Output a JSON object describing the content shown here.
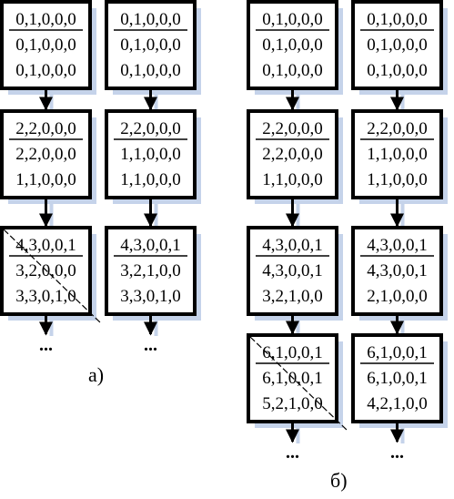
{
  "captions": {
    "a": "а)",
    "b": "б)"
  },
  "ellipsis": "...",
  "colors": {
    "stroke": "#000000",
    "shadow": "#c5d3ea",
    "background": "#ffffff"
  },
  "groups": [
    {
      "id": "a",
      "columns": [
        {
          "boxes": [
            {
              "rows": [
                "0,1,0,0,0",
                "0,1,0,0,0",
                "0,1,0,0,0"
              ],
              "crossed": false
            },
            {
              "rows": [
                "2,2,0,0,0",
                "2,2,0,0,0",
                "1,1,0,0,0"
              ],
              "crossed": false
            },
            {
              "rows": [
                "4,3,0,0,1",
                "3,2,0,0,0",
                "3,3,0,1,0"
              ],
              "crossed": true
            }
          ]
        },
        {
          "boxes": [
            {
              "rows": [
                "0,1,0,0,0",
                "0,1,0,0,0",
                "0,1,0,0,0"
              ],
              "crossed": false
            },
            {
              "rows": [
                "2,2,0,0,0",
                "1,1,0,0,0",
                "1,1,0,0,0"
              ],
              "crossed": false
            },
            {
              "rows": [
                "4,3,0,0,1",
                "3,2,1,0,0",
                "3,3,0,1,0"
              ],
              "crossed": false
            }
          ]
        }
      ]
    },
    {
      "id": "b",
      "columns": [
        {
          "boxes": [
            {
              "rows": [
                "0,1,0,0,0",
                "0,1,0,0,0",
                "0,1,0,0,0"
              ],
              "crossed": false
            },
            {
              "rows": [
                "2,2,0,0,0",
                "2,2,0,0,0",
                "1,1,0,0,0"
              ],
              "crossed": false
            },
            {
              "rows": [
                "4,3,0,0,1",
                "4,3,0,0,1",
                "3,2,1,0,0"
              ],
              "crossed": false
            },
            {
              "rows": [
                "6,1,0,0,1",
                "6,1,0,0,1",
                "5,2,1,0,0"
              ],
              "crossed": true
            }
          ]
        },
        {
          "boxes": [
            {
              "rows": [
                "0,1,0,0,0",
                "0,1,0,0,0",
                "0,1,0,0,0"
              ],
              "crossed": false
            },
            {
              "rows": [
                "2,2,0,0,0",
                "1,1,0,0,0",
                "1,1,0,0,0"
              ],
              "crossed": false
            },
            {
              "rows": [
                "4,3,0,0,1",
                "4,3,0,0,1",
                "2,1,0,0,0"
              ],
              "crossed": false
            },
            {
              "rows": [
                "6,1,0,0,1",
                "6,1,0,0,1",
                "4,2,1,0,0"
              ],
              "crossed": false
            }
          ]
        }
      ]
    }
  ]
}
